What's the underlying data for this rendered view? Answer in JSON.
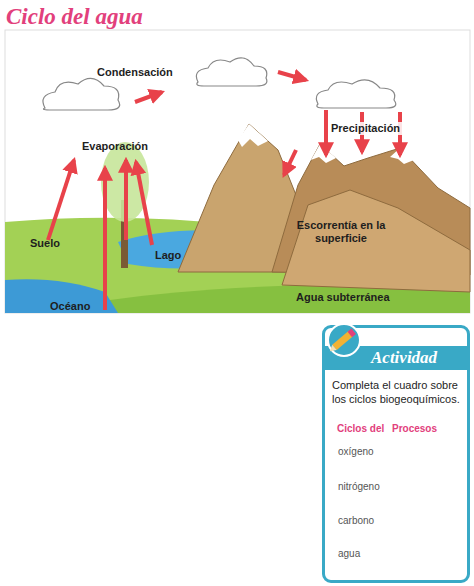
{
  "diagram": {
    "title": "Ciclo del agua",
    "nodes": [
      {
        "text": [
          "Actividad",
          "Completa el cuadro sobre los ciclos biogeoquímicos."
        ]
      }
    ],
    "labels": [
      "Condensación",
      "Evaporación",
      "Precipitación",
      "Suelo",
      "Lago",
      "Escorrentía en la superficie",
      "Océano",
      "Agua subterránea",
      "Ciclos del",
      "Procesos",
      "oxígeno",
      "nitrógeno",
      "carbono",
      "agua"
    ]
  }
}
